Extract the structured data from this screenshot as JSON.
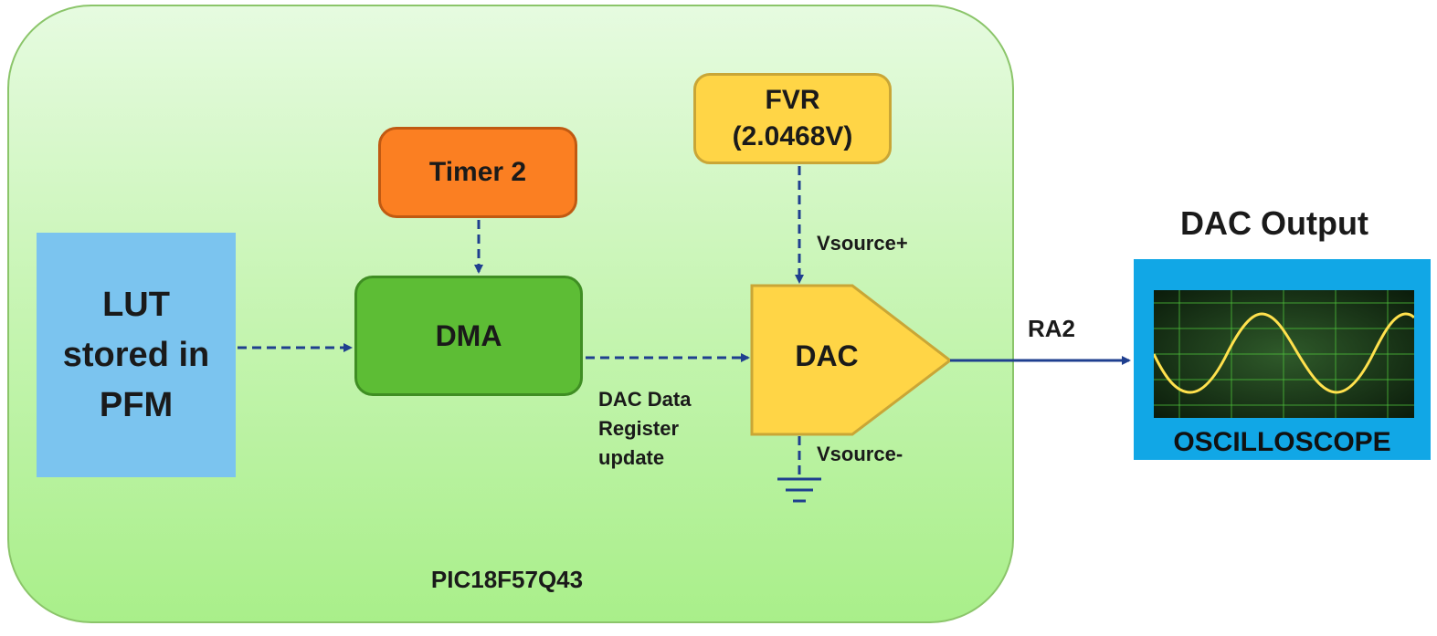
{
  "diagram": {
    "chip": {
      "name": "PIC18F57Q43"
    },
    "blocks": {
      "lut": {
        "lines": [
          "LUT",
          "stored in",
          "PFM"
        ]
      },
      "timer": {
        "label": "Timer 2"
      },
      "dma": {
        "label": "DMA"
      },
      "fvr": {
        "lines": [
          "FVR",
          "(2.0468V)"
        ]
      },
      "dac": {
        "label": "DAC"
      }
    },
    "labels": {
      "vsource_plus": "Vsource+",
      "vsource_minus": "Vsource-",
      "dac_data": [
        "DAC Data",
        "Register",
        "update"
      ],
      "ra2": "RA2"
    },
    "output": {
      "title": "DAC Output",
      "scope_label": "OSCILLOSCOPE"
    },
    "colors": {
      "chip_fill": "#b7f29c",
      "lut_fill": "#7bc4ef",
      "timer_fill": "#fb7f22",
      "dma_fill": "#5dbd35",
      "fvr_fill": "#ffd546",
      "dac_fill": "#ffd546",
      "arrow": "#1f3f8f",
      "scope_frame": "#11a7e6",
      "waveform": "#ffe14d"
    }
  }
}
